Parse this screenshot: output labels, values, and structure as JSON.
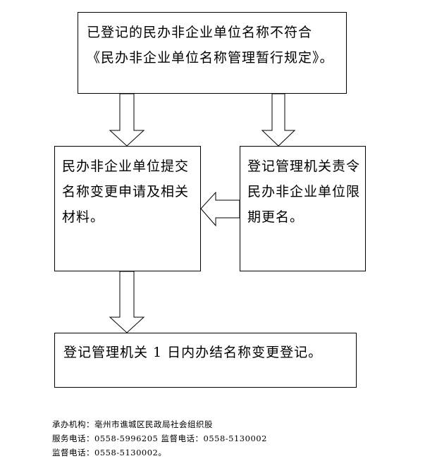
{
  "top_box": {
    "line1": "已登记的民办非企业单位名称不符合",
    "line2": "《民办非企业单位名称管理暂行规定》。"
  },
  "left_box": {
    "lines": [
      "民办非企业单位提交",
      "名称变更申请及相关",
      "材料。"
    ]
  },
  "right_box": {
    "lines": [
      "登记管理机关责令",
      "民办非企业单位限",
      "期更名。"
    ]
  },
  "bottom_box": {
    "text": "登记管理机关 1 日内办结名称变更登记。"
  },
  "footer": {
    "org": "承办机构：亳州市谯城区民政局社会组织股",
    "phones": "服务电话：0558-5996205  监督电话：0558-5130002",
    "partial": "监督电话：0558-5130002。"
  }
}
